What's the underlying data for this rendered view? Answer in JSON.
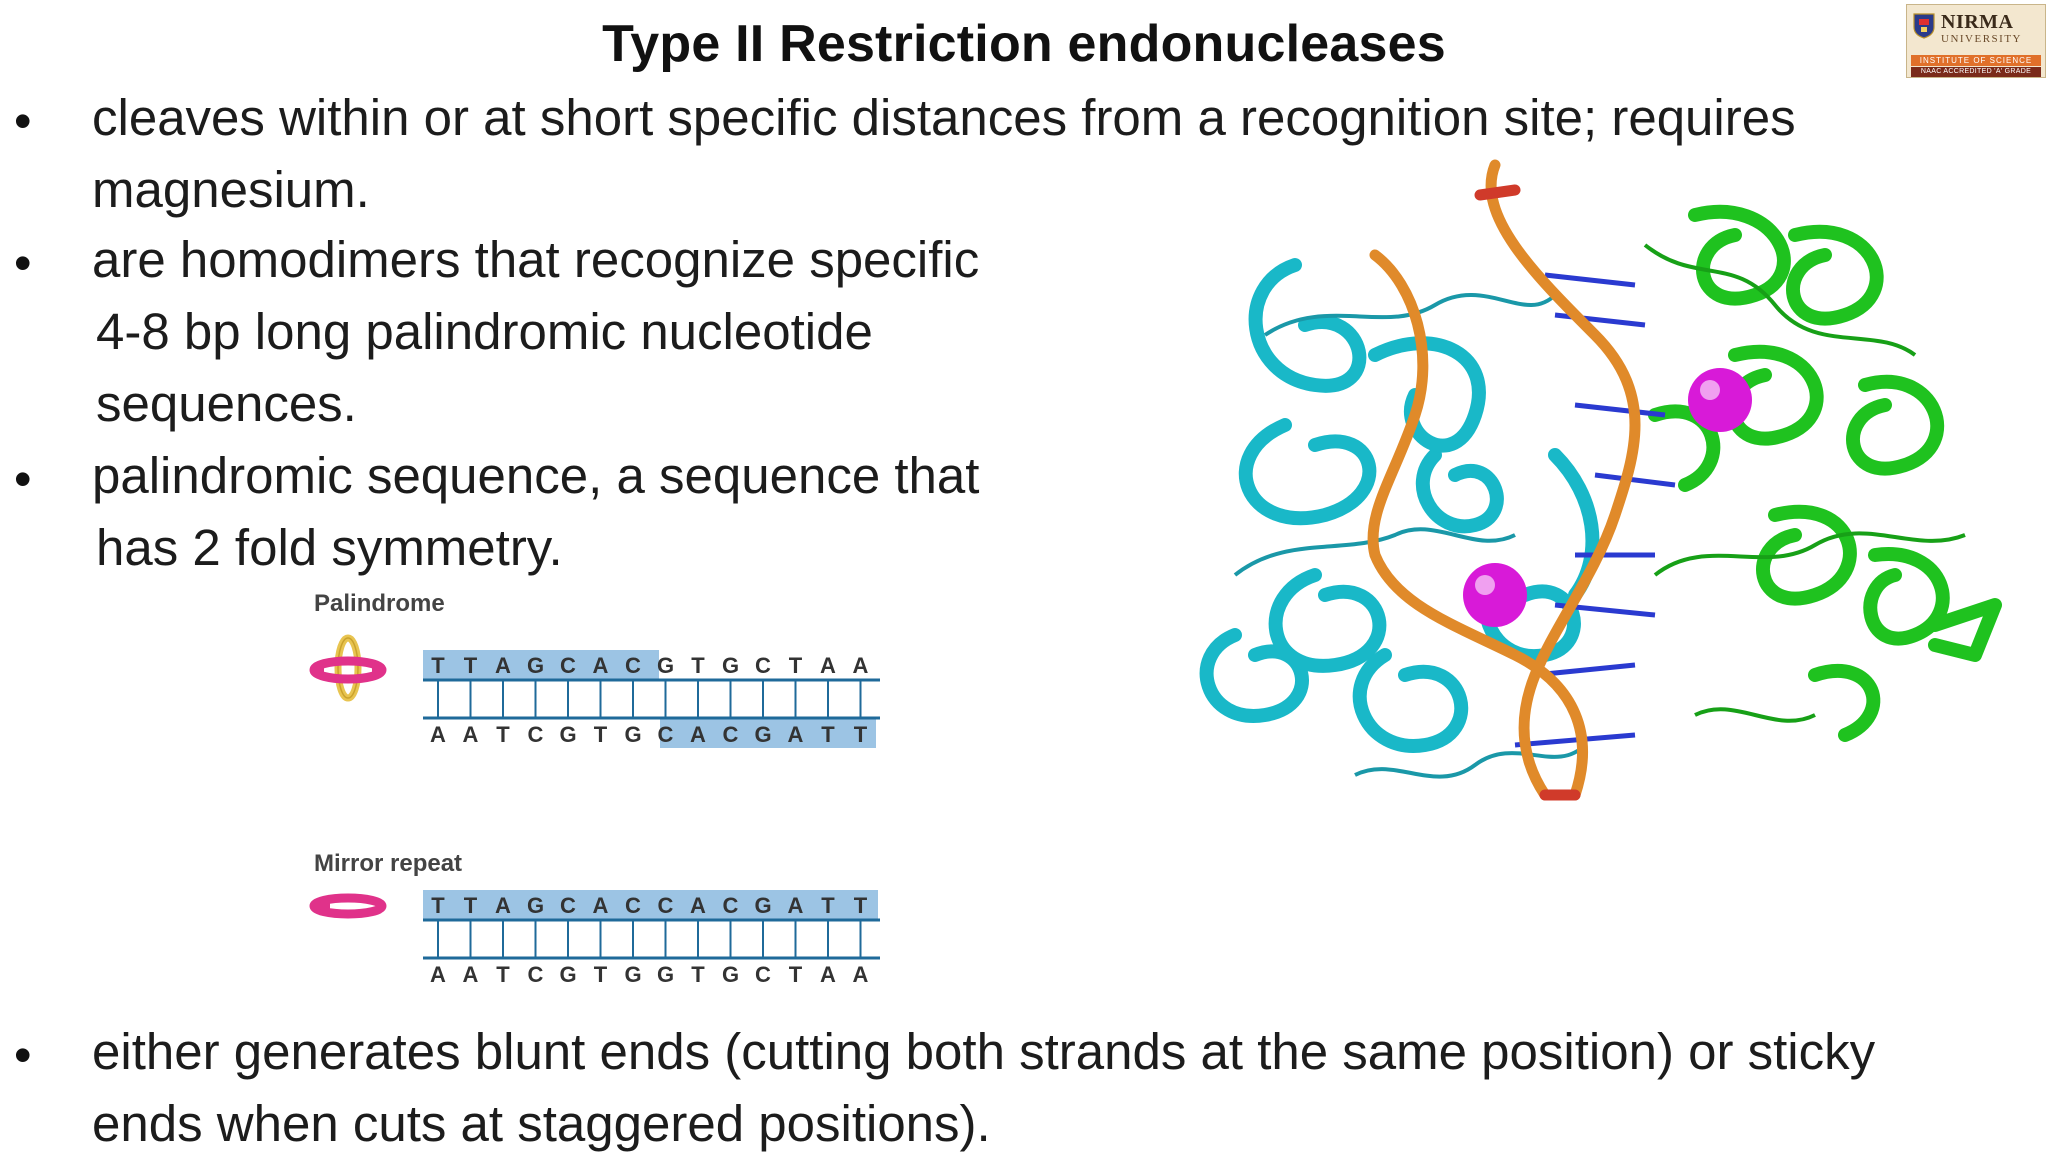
{
  "slide": {
    "title": "Type II Restriction endonucleases",
    "bullet_symbol": "•",
    "bullets": [
      {
        "lines": [
          "cleaves within or at short specific distances from a recognition site; requires",
          "magnesium."
        ]
      },
      {
        "lines": [
          "are homodimers that recognize specific",
          "4-8 bp long palindromic nucleotide",
          "sequences."
        ]
      },
      {
        "lines": [
          "palindromic sequence, a sequence that",
          "has 2 fold symmetry."
        ]
      },
      {
        "lines": [
          "either generates blunt ends (cutting both strands at the same position) or sticky",
          "ends when cuts at staggered positions)."
        ]
      }
    ]
  },
  "logo": {
    "name": "NIRMA",
    "subtitle": "UNIVERSITY",
    "institute": "INSTITUTE OF SCIENCE",
    "accreditation": "NAAC ACCREDITED 'A' GRADE"
  },
  "diagram": {
    "palindrome": {
      "label": "Palindrome",
      "top_strand": [
        "T",
        "T",
        "A",
        "G",
        "C",
        "A",
        "C",
        "G",
        "T",
        "G",
        "C",
        "T",
        "A",
        "A"
      ],
      "bottom_strand": [
        "A",
        "A",
        "T",
        "C",
        "G",
        "T",
        "G",
        "C",
        "A",
        "C",
        "G",
        "A",
        "T",
        "T"
      ]
    },
    "mirror_repeat": {
      "label": "Mirror repeat",
      "top_strand": [
        "T",
        "T",
        "A",
        "G",
        "C",
        "A",
        "C",
        "C",
        "A",
        "C",
        "G",
        "A",
        "T",
        "T"
      ],
      "bottom_strand": [
        "A",
        "A",
        "T",
        "C",
        "G",
        "T",
        "G",
        "G",
        "T",
        "G",
        "C",
        "T",
        "A",
        "A"
      ]
    },
    "colors": {
      "highlight": "#9cc4e4",
      "backbone": "#1f6a9a",
      "arrow": "#e0328a",
      "twist": "#e8c450"
    }
  },
  "protein_image": {
    "colors": {
      "chain_a": "#19b8c8",
      "chain_b": "#1fc21f",
      "dna": "#e08a2a",
      "ion": "#d81ad8"
    }
  }
}
